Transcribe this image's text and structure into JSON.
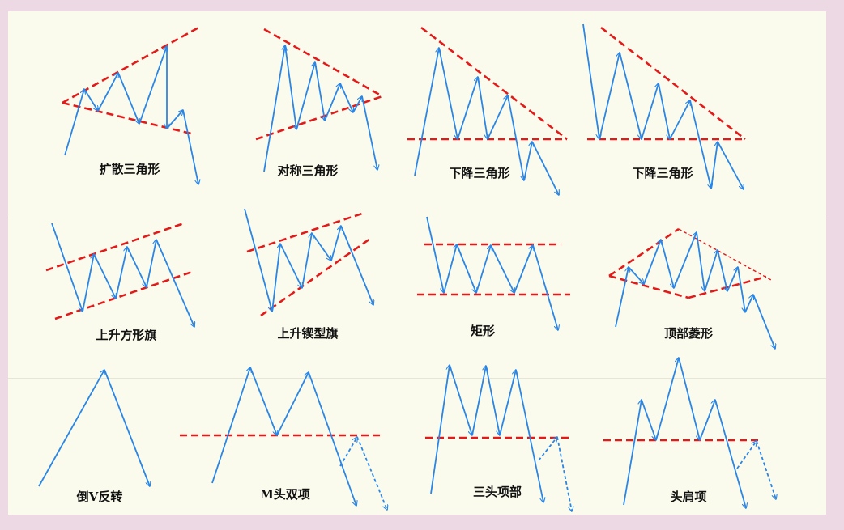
{
  "colors": {
    "background": "#ecd9e3",
    "panel": "#fbfbed",
    "price_line": "#2a86e6",
    "trend_line": "#e11a1a",
    "label": "#111111"
  },
  "panels": [
    {
      "id": "broadening-triangle",
      "label": "扩散三角形"
    },
    {
      "id": "symmetrical-triangle",
      "label": "对称三角形"
    },
    {
      "id": "descending-triangle-1",
      "label": "下降三角形"
    },
    {
      "id": "descending-triangle-2",
      "label": "下降三角形"
    },
    {
      "id": "ascending-rectangle-flag",
      "label": "上升方形旗"
    },
    {
      "id": "rising-wedge-flag",
      "label": "上升锲型旗"
    },
    {
      "id": "rectangle",
      "label": "矩形"
    },
    {
      "id": "diamond-top",
      "label": "顶部菱形"
    },
    {
      "id": "inverted-v-reversal",
      "label": "倒V反转"
    },
    {
      "id": "m-double-top",
      "label": "M头双项"
    },
    {
      "id": "triple-top",
      "label": "三头项部"
    },
    {
      "id": "head-and-shoulders-top",
      "label": "头肩项"
    }
  ]
}
